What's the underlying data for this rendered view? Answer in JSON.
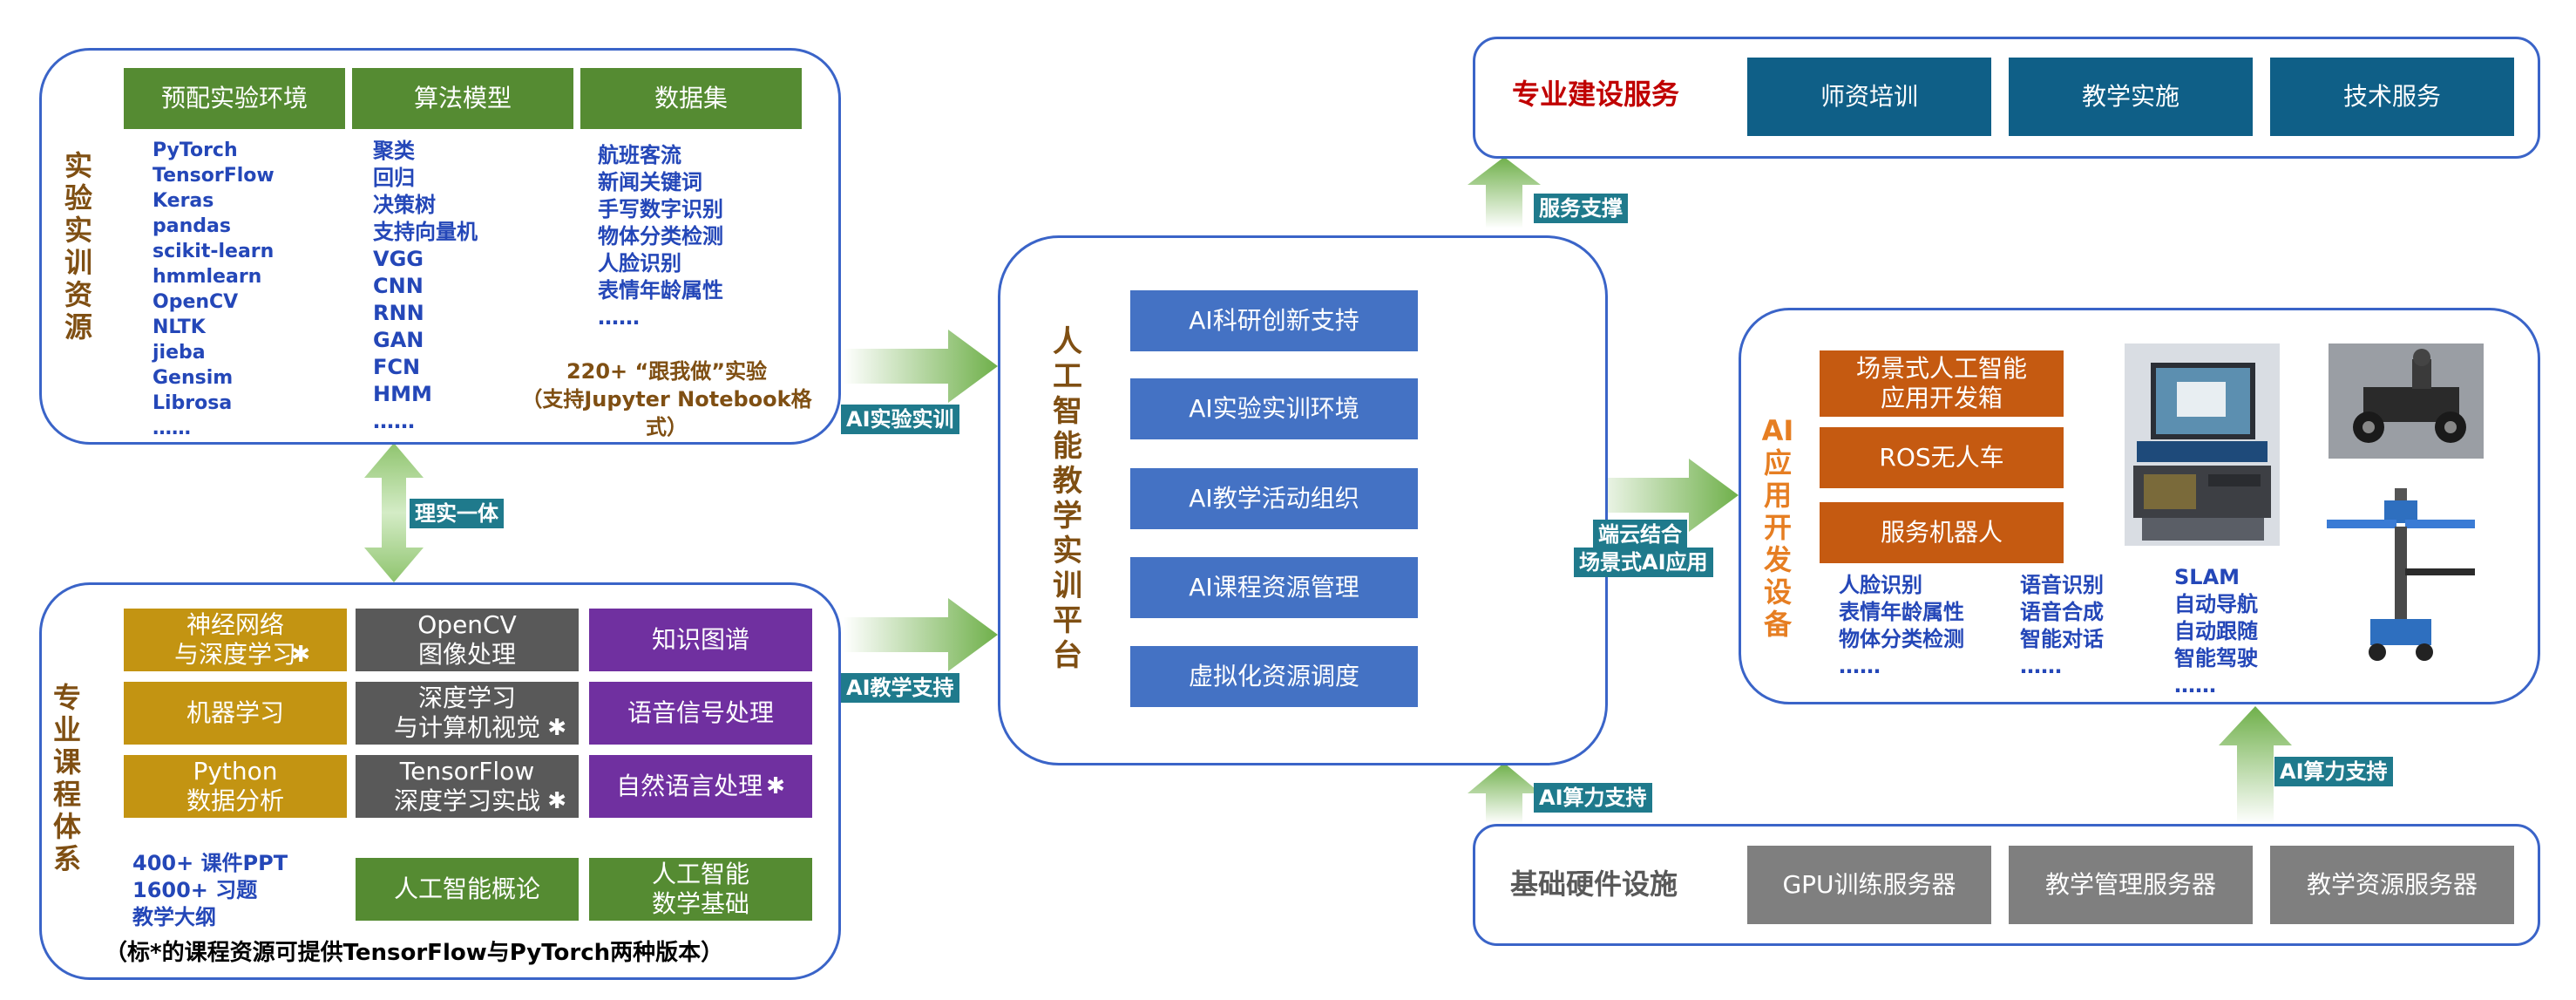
{
  "experiment": {
    "title": "实验实训资源",
    "headers": [
      "预配实验环境",
      "算法模型",
      "数据集"
    ],
    "environments": "PyTorch\nTensorFlow\nKeras\npandas\nscikit-learn\nhmmlearn\nOpenCV\nNLTK\njieba\nGensim\nLibrosa\n……",
    "models": "聚类\n回归\n决策树\n支持向量机\nVGG\nCNN\nRNN\nGAN\nFCN\nHMM\n……",
    "datasets": "航班客流\n新闻关键词\n手写数字识别\n物体分类检测\n人脸识别\n表情年龄属性\n……",
    "labs_line1": "220+ “跟我做”实验",
    "labs_line2": "（支持Jupyter Notebook格式）"
  },
  "course": {
    "title": "专业课程体系",
    "boxes": [
      {
        "label": "神经网络\n与深度学习",
        "star": true,
        "color": "gold"
      },
      {
        "label": "OpenCV\n图像处理",
        "star": false,
        "color": "gray"
      },
      {
        "label": "知识图谱",
        "star": false,
        "color": "purple"
      },
      {
        "label": "机器学习",
        "star": false,
        "color": "gold"
      },
      {
        "label": "深度学习\n与计算机视觉",
        "star": true,
        "color": "gray"
      },
      {
        "label": "语音信号处理",
        "star": false,
        "color": "purple"
      },
      {
        "label": "Python\n数据分析",
        "star": false,
        "color": "gold"
      },
      {
        "label": "TensorFlow\n深度学习实战",
        "star": true,
        "color": "gray"
      },
      {
        "label": "自然语言处理",
        "star": true,
        "color": "purple"
      }
    ],
    "stats": "400+ 课件PPT\n1600+ 习题\n教学大纲",
    "intro_box": "人工智能概论",
    "math_box": "人工智能\n数学基础",
    "note": "（标*的课程资源可提供TensorFlow与PyTorch两种版本）",
    "star_char": "✱"
  },
  "platform": {
    "title": "人工智能教学实训平台",
    "items": [
      "AI科研创新支持",
      "AI实验实训环境",
      "AI教学活动组织",
      "AI课程资源管理",
      "虚拟化资源调度"
    ]
  },
  "service": {
    "title": "专业建设服务",
    "items": [
      "师资培训",
      "教学实施",
      "技术服务"
    ]
  },
  "app": {
    "title": "AI应用开发设备",
    "devices": [
      "场景式人工智能\n应用开发箱",
      "ROS无人车",
      "服务机器人"
    ],
    "col1": "人脸识别\n表情年龄属性\n物体分类检测\n……",
    "col2": "语音识别\n语音合成\n智能对话\n……",
    "col3": "SLAM\n自动导航\n自动跟随\n智能驾驶\n……"
  },
  "hardware": {
    "title": "基础硬件设施",
    "items": [
      "GPU训练服务器",
      "教学管理服务器",
      "教学资源服务器"
    ]
  },
  "arrows": {
    "unity": "理实一体",
    "lab_support": "AI实验实训",
    "teach_support": "AI教学支持",
    "service_support": "服务支撑",
    "edge_cloud_1": "端云结合",
    "edge_cloud_2": "场景式AI应用",
    "compute_1": "AI算力支持",
    "compute_2": "AI算力支持"
  },
  "colors": {
    "panel_border": "#3a64c8",
    "green": "#558b32",
    "gold": "#c39412",
    "gray": "#595959",
    "purple": "#7030a0",
    "orange": "#c55a11",
    "blue": "#4472c4",
    "teal": "#0f5f87",
    "red_title": "#c00000",
    "brown_title": "#7f4f13",
    "arrow_green": "#8fc46e"
  }
}
